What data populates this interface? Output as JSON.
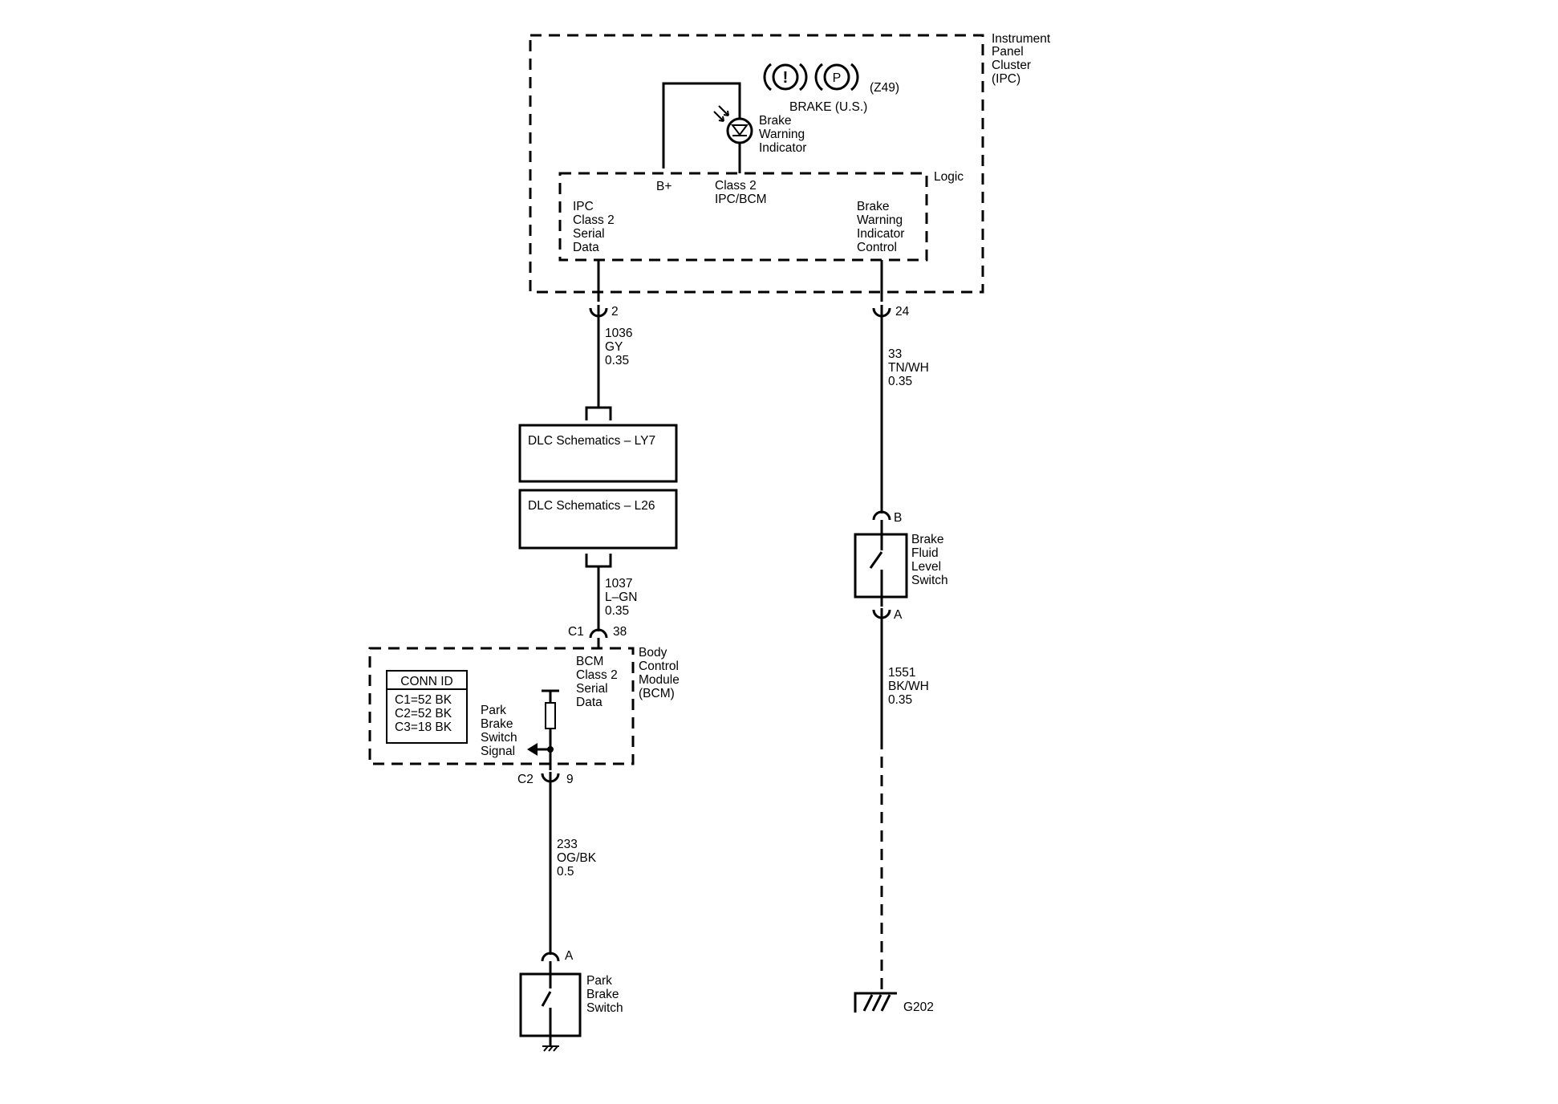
{
  "ipc": {
    "title": [
      "Instrument",
      "Panel",
      "Cluster",
      "(IPC)"
    ],
    "brake_symbol_1": "!",
    "brake_symbol_2": "P",
    "option_code": "(Z49)",
    "brake_label": "BRAKE (U.S.)",
    "indicator_label": [
      "Brake",
      "Warning",
      "Indicator"
    ],
    "logic_label": "Logic",
    "bplus_label": "B+",
    "class2_label": [
      "Class 2",
      "IPC/BCM"
    ],
    "serial_data_label": [
      "IPC",
      "Class 2",
      "Serial",
      "Data"
    ],
    "bwi_control_label": [
      "Brake",
      "Warning",
      "Indicator",
      "Control"
    ]
  },
  "pins": {
    "ipc_serial": "2",
    "ipc_bwi": "24",
    "bcm_c1_conn": "C1",
    "bcm_c1_pin": "38",
    "bcm_c2_conn": "C2",
    "bcm_c2_pin": "9",
    "fluid_b": "B",
    "fluid_a": "A",
    "park_a": "A"
  },
  "wires": {
    "w1036": [
      "1036",
      "GY",
      "0.35"
    ],
    "w33": [
      "33",
      "TN/WH",
      "0.35"
    ],
    "w1037": [
      "1037",
      "L–GN",
      "0.35"
    ],
    "w1551": [
      "1551",
      "BK/WH",
      "0.35"
    ],
    "w233": [
      "233",
      "OG/BK",
      "0.5"
    ]
  },
  "dlc": {
    "ly7": "DLC Schematics – LY7",
    "l26": "DLC Schematics – L26"
  },
  "bcm": {
    "title": [
      "Body",
      "Control",
      "Module",
      "(BCM)"
    ],
    "serial_label": [
      "BCM",
      "Class 2",
      "Serial",
      "Data"
    ],
    "park_signal_label": [
      "Park",
      "Brake",
      "Switch",
      "Signal"
    ],
    "conn_id_title": "CONN ID",
    "conn_id_rows": [
      "C1=52 BK",
      "C2=52 BK",
      "C3=18 BK"
    ]
  },
  "fluid_switch": {
    "label": [
      "Brake",
      "Fluid",
      "Level",
      "Switch"
    ]
  },
  "park_switch": {
    "label": [
      "Park",
      "Brake",
      "Switch"
    ]
  },
  "ground": {
    "label": "G202"
  }
}
